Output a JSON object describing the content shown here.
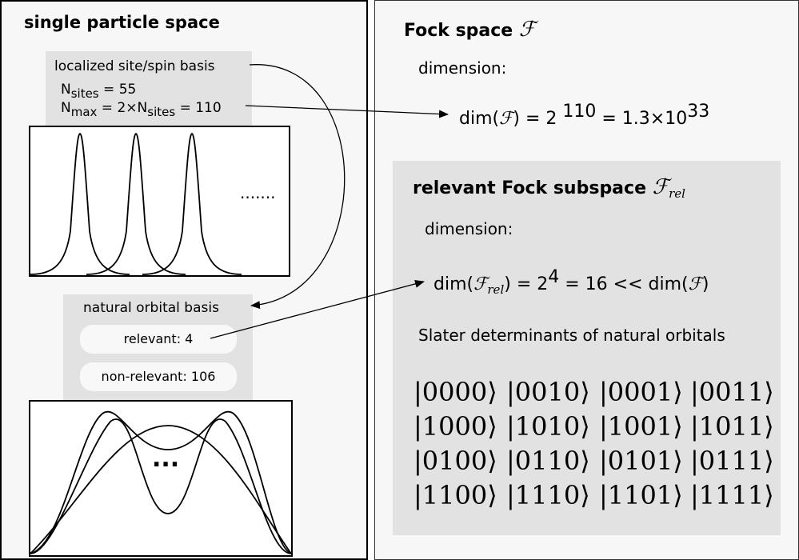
{
  "single_particle": {
    "title": "single particle space",
    "localized": {
      "title": "localized site/spin basis",
      "nsites_label": "N",
      "nsites_sub": "sites",
      "nsites_value": " = 55",
      "nmax_label": "N",
      "nmax_sub": "max",
      "nmax_mid": " = 2×N",
      "nmax_sub2": "sites",
      "nmax_value": " = 110",
      "dots": "......."
    },
    "natural": {
      "title": "natural orbital basis",
      "relevant": "relevant: 4",
      "nonrelevant": "non-relevant: 106",
      "dots": "..."
    }
  },
  "fock": {
    "title": "Fock space",
    "symbol": "ℱ",
    "dimension_label": "dimension:",
    "dim_prefix": "dim(",
    "dim_symbol": "ℱ",
    "dim_mid": ") = 2 ",
    "dim_exp": "110",
    "dim_mid2": " = 1.3×10",
    "dim_exp2": "33"
  },
  "relevant": {
    "title": "relevant Fock subspace",
    "symbol": "ℱ",
    "symbol_sub": "rel",
    "dimension_label": "dimension:",
    "dim_prefix": "dim(",
    "dim_symbol": "ℱ",
    "dim_sub": "rel",
    "dim_mid": ") = 2",
    "dim_exp": "4",
    "dim_mid2": " = 16 << dim(",
    "dim_symbol2": "ℱ",
    "dim_end": ")",
    "slater_label": "Slater determinants of natural orbitals",
    "kets": [
      [
        "|0000⟩",
        "|0010⟩",
        "|0001⟩",
        "|0011⟩"
      ],
      [
        "|1000⟩",
        "|1010⟩",
        "|1001⟩",
        "|1011⟩"
      ],
      [
        "|0100⟩",
        "|0110⟩",
        "|0101⟩",
        "|0111⟩"
      ],
      [
        "|1100⟩",
        "|1110⟩",
        "|1101⟩",
        "|1111⟩"
      ]
    ]
  }
}
